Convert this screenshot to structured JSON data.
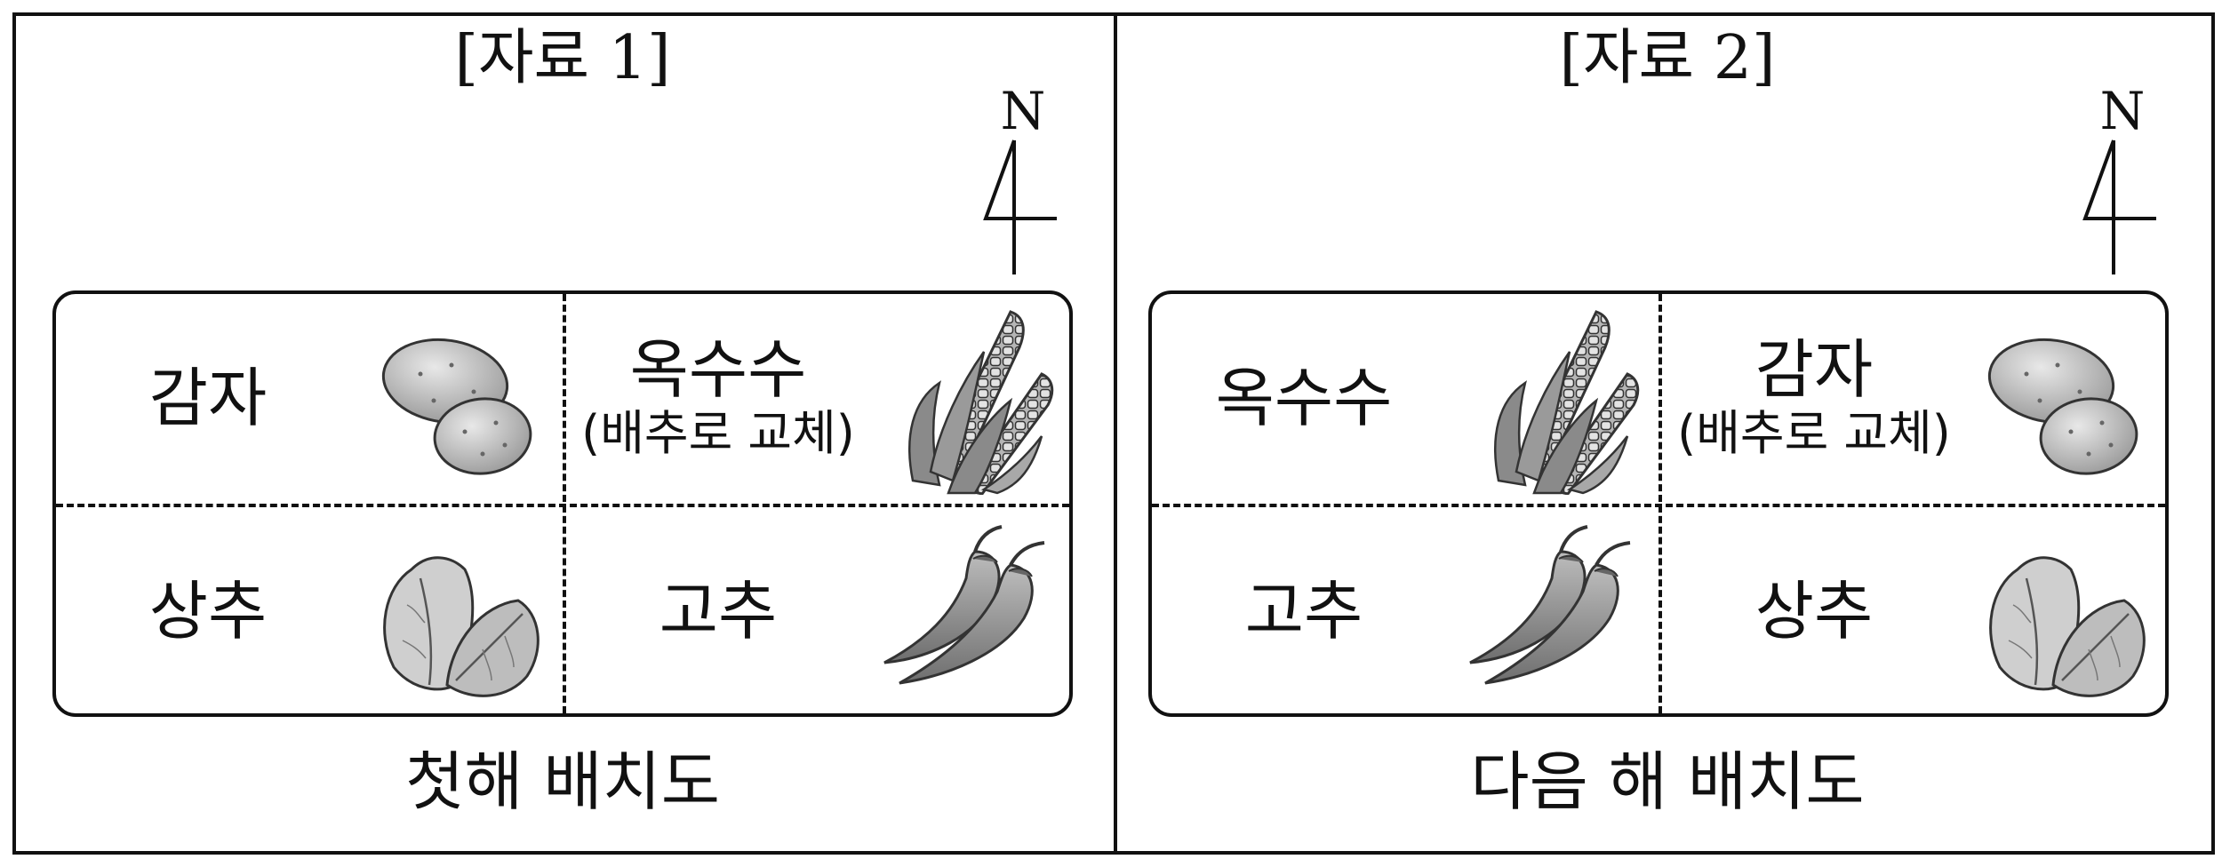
{
  "panels": [
    {
      "title": "[자료 1]",
      "north_label": "N",
      "caption": "첫해 배치도",
      "cells": [
        {
          "name": "감자",
          "note": "",
          "icon": "potato-icon"
        },
        {
          "name": "옥수수",
          "note": "(배추로 교체)",
          "icon": "corn-icon"
        },
        {
          "name": "상추",
          "note": "",
          "icon": "lettuce-icon"
        },
        {
          "name": "고추",
          "note": "",
          "icon": "pepper-icon"
        }
      ]
    },
    {
      "title": "[자료 2]",
      "north_label": "N",
      "caption": "다음 해 배치도",
      "cells": [
        {
          "name": "옥수수",
          "note": "",
          "icon": "corn-icon"
        },
        {
          "name": "감자",
          "note": "(배추로 교체)",
          "icon": "potato-icon"
        },
        {
          "name": "고추",
          "note": "",
          "icon": "pepper-icon"
        },
        {
          "name": "상추",
          "note": "",
          "icon": "lettuce-icon"
        }
      ]
    }
  ]
}
